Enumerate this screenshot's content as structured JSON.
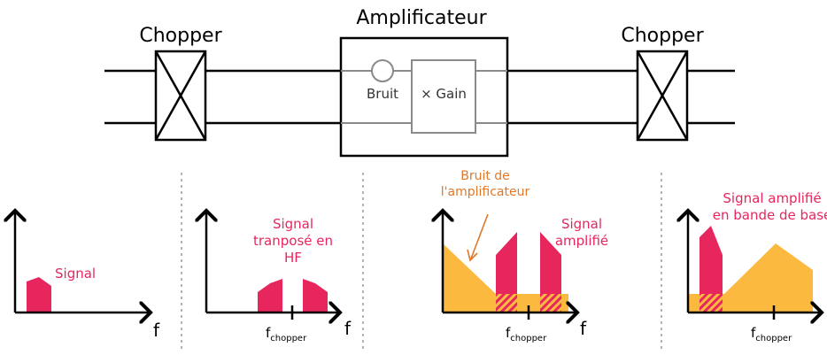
{
  "top": {
    "chopper_left": "Chopper",
    "amplifier": "Amplificateur",
    "noise": "Bruit",
    "gain": "× Gain",
    "chopper_right": "Chopper"
  },
  "panels": {
    "p1": {
      "signal": "Signal",
      "axis_f": "f"
    },
    "p2": {
      "signal_l1": "Signal",
      "signal_l2": "tranposé en",
      "signal_l3": "HF",
      "fchop_base": "f",
      "fchop_sub": "chopper",
      "axis_f": "f"
    },
    "p3": {
      "noise_l1": "Bruit de",
      "noise_l2": "l'amplificateur",
      "signal_l1": "Signal",
      "signal_l2": "amplifié",
      "fchop_base": "f",
      "fchop_sub": "chopper",
      "axis_f": "f"
    },
    "p4": {
      "signal_l1": "Signal amplifié",
      "signal_l2": "en bande de base",
      "fchop_base": "f",
      "fchop_sub": "chopper"
    }
  },
  "colors": {
    "signal": "#e8265e",
    "noise": "#fbb93f",
    "noise_label": "#e0782a",
    "stroke": "#000000",
    "inner_stroke": "#8a8a8a",
    "divider": "#9a9a9a"
  }
}
